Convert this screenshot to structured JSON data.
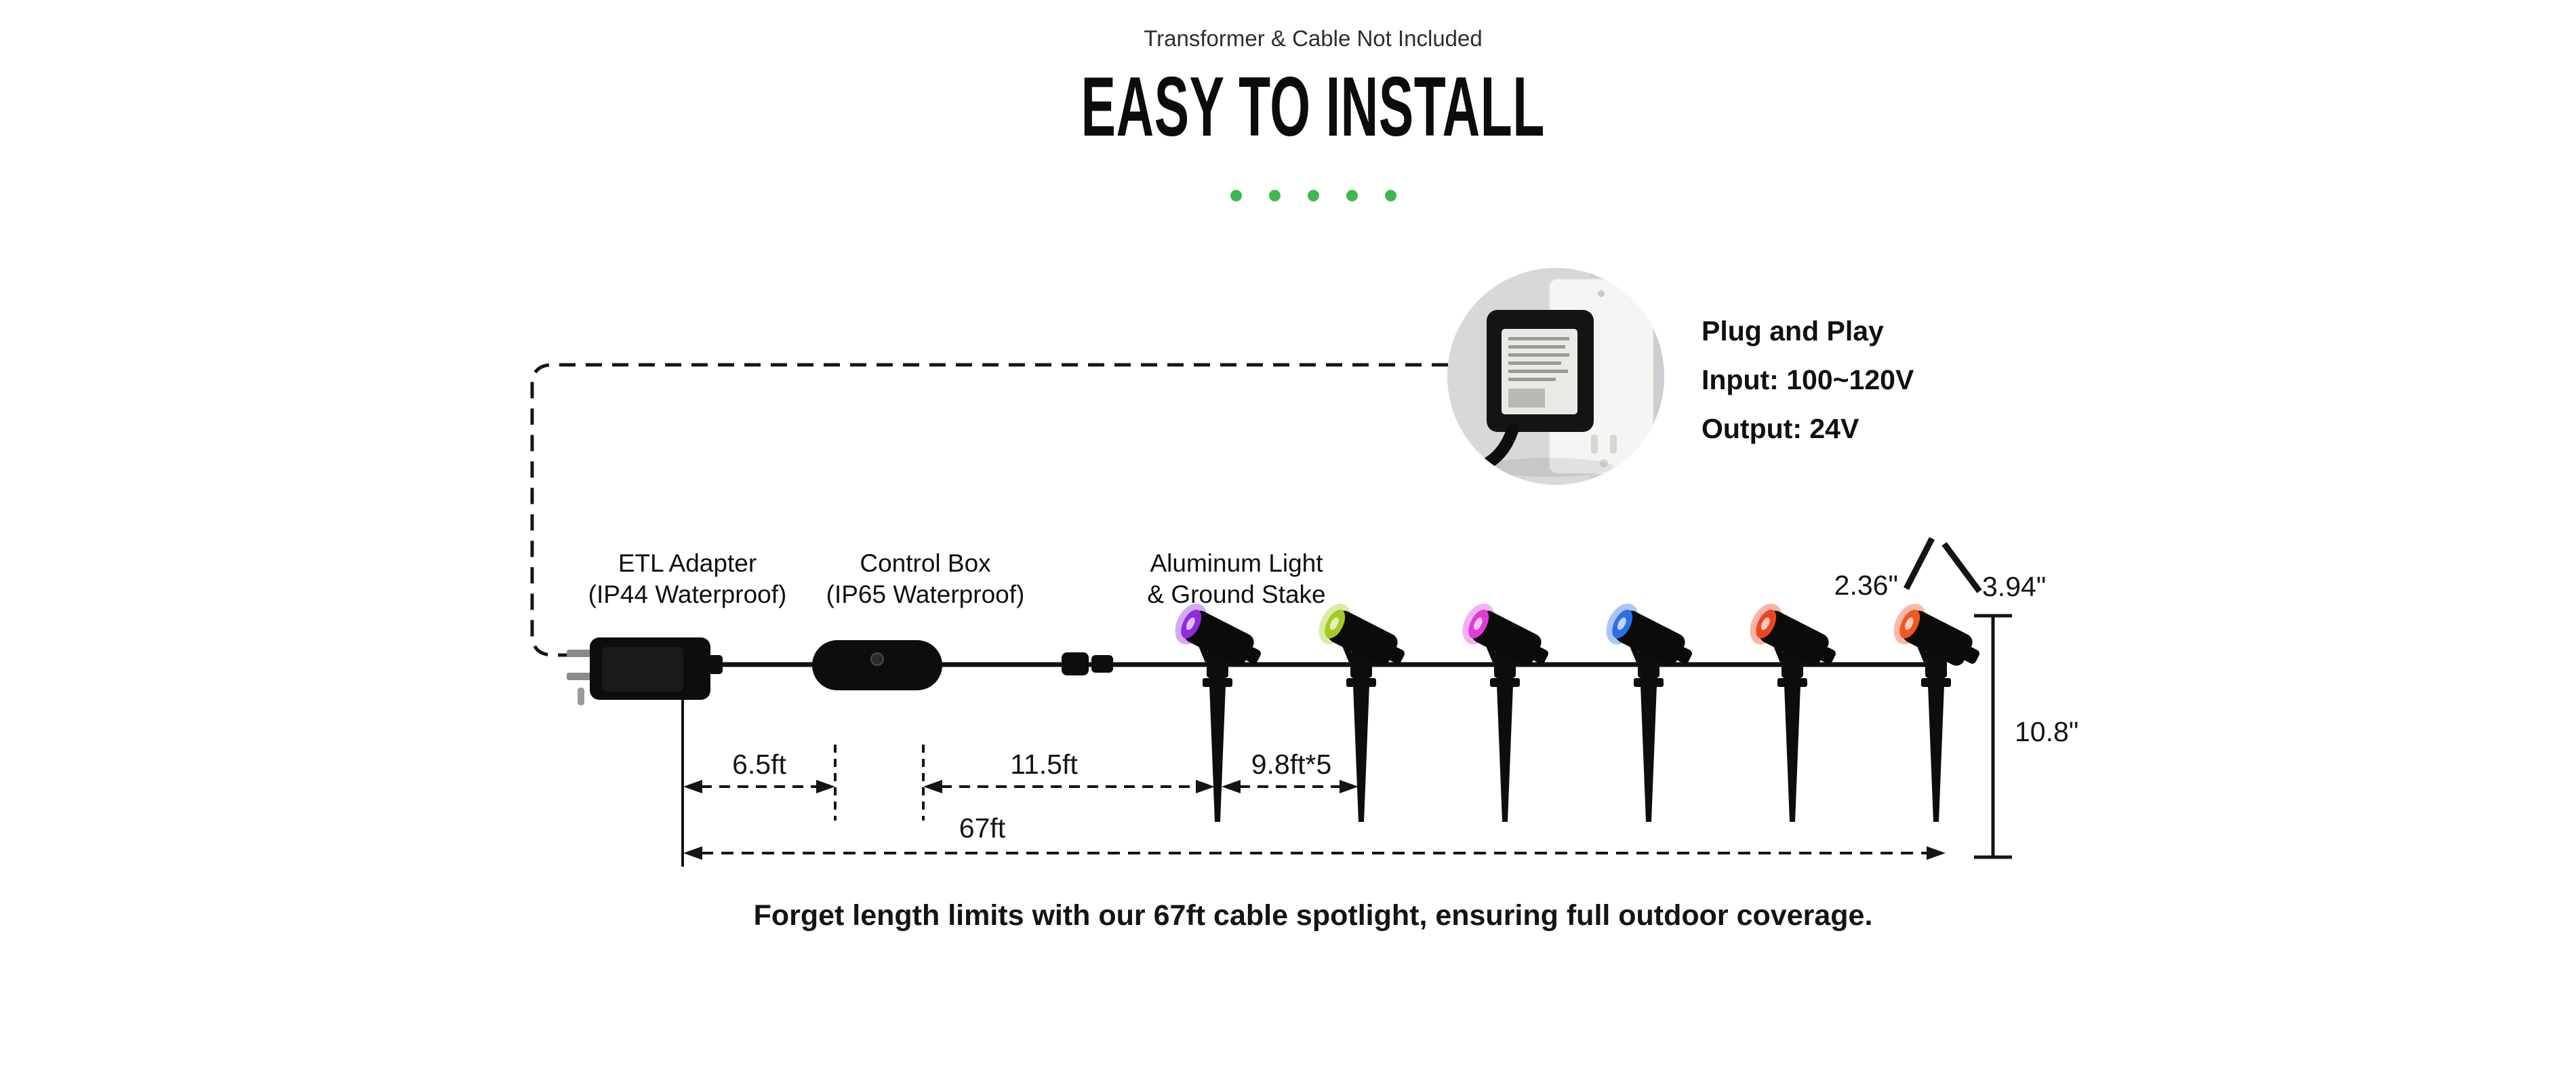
{
  "header": {
    "note": "Transformer & Cable Not Included",
    "title": "EASY TO INSTALL",
    "dot_color": "#3dba4d",
    "dot_count": 5
  },
  "plug_callout": {
    "title": "Plug and Play",
    "input": "Input: 100~120V",
    "output": "Output: 24V"
  },
  "component_labels": {
    "adapter": [
      "ETL Adapter",
      "(IP44 Waterproof)"
    ],
    "control_box": [
      "Control Box",
      "(IP65 Waterproof)"
    ],
    "light": [
      "Aluminum Light",
      "& Ground Stake"
    ]
  },
  "measurements": {
    "lens_diameter": "2.36\"",
    "head_length": "3.94\"",
    "stake_height": "10.8\"",
    "adapter_to_box": "6.5ft",
    "box_to_first_light": "11.5ft",
    "light_spacing": "9.8ft*5",
    "total_length": "67ft"
  },
  "lights": {
    "count": 6,
    "lens_colors": [
      "#8f2bda",
      "#a4cc22",
      "#df3bd6",
      "#2e6fe8",
      "#ee4423",
      "#f05522"
    ]
  },
  "caption": "Forget length limits with our 67ft cable spotlight, ensuring full outdoor coverage."
}
